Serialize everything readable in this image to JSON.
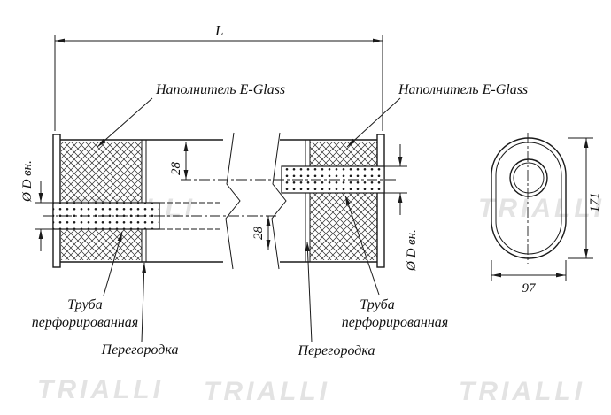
{
  "drawing": {
    "dim_length": "L",
    "filler_label_left": "Наполнитель E-Glass",
    "filler_label_right": "Наполнитель E-Glass",
    "inner_diameter_left": "Ø D вн.",
    "inner_diameter_right": "Ø D вн.",
    "offset_top": "28",
    "offset_bottom": "28",
    "pipe_left": [
      "Труба",
      "перфорированная"
    ],
    "pipe_right": [
      "Труба",
      "перфорированная"
    ],
    "partition_left": "Перегородка",
    "partition_right": "Перегородка",
    "section_height": "171",
    "section_width": "97",
    "watermark": "TRIALLI"
  },
  "colors": {
    "line": "#1a1a1a",
    "background": "#ffffff",
    "watermark": "#e3e3e3"
  }
}
